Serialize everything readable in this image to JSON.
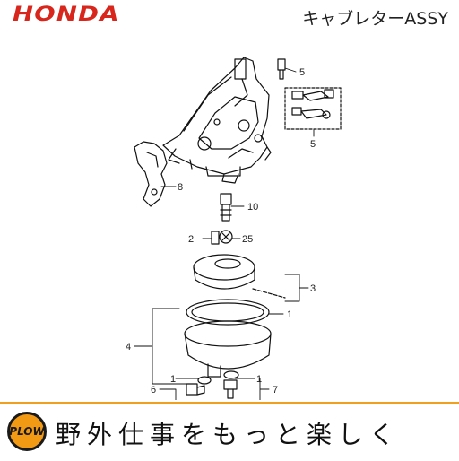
{
  "header": {
    "brand": "HONDA",
    "title": "キャブレターASSY"
  },
  "diagram": {
    "callouts": [
      {
        "id": "c5a",
        "label": "5"
      },
      {
        "id": "c5b",
        "label": "5"
      },
      {
        "id": "c8",
        "label": "8"
      },
      {
        "id": "c10",
        "label": "10"
      },
      {
        "id": "c2",
        "label": "2"
      },
      {
        "id": "c25",
        "label": "25"
      },
      {
        "id": "c3",
        "label": "3"
      },
      {
        "id": "c1a",
        "label": "1"
      },
      {
        "id": "c4",
        "label": "4"
      },
      {
        "id": "c1b",
        "label": "1"
      },
      {
        "id": "c1c",
        "label": "1"
      },
      {
        "id": "c6",
        "label": "6"
      },
      {
        "id": "c7",
        "label": "7"
      }
    ]
  },
  "footer": {
    "logo_text": "PLOW",
    "slogan": "野外仕事をもっと楽しく",
    "accent_color": "#f39a15"
  }
}
